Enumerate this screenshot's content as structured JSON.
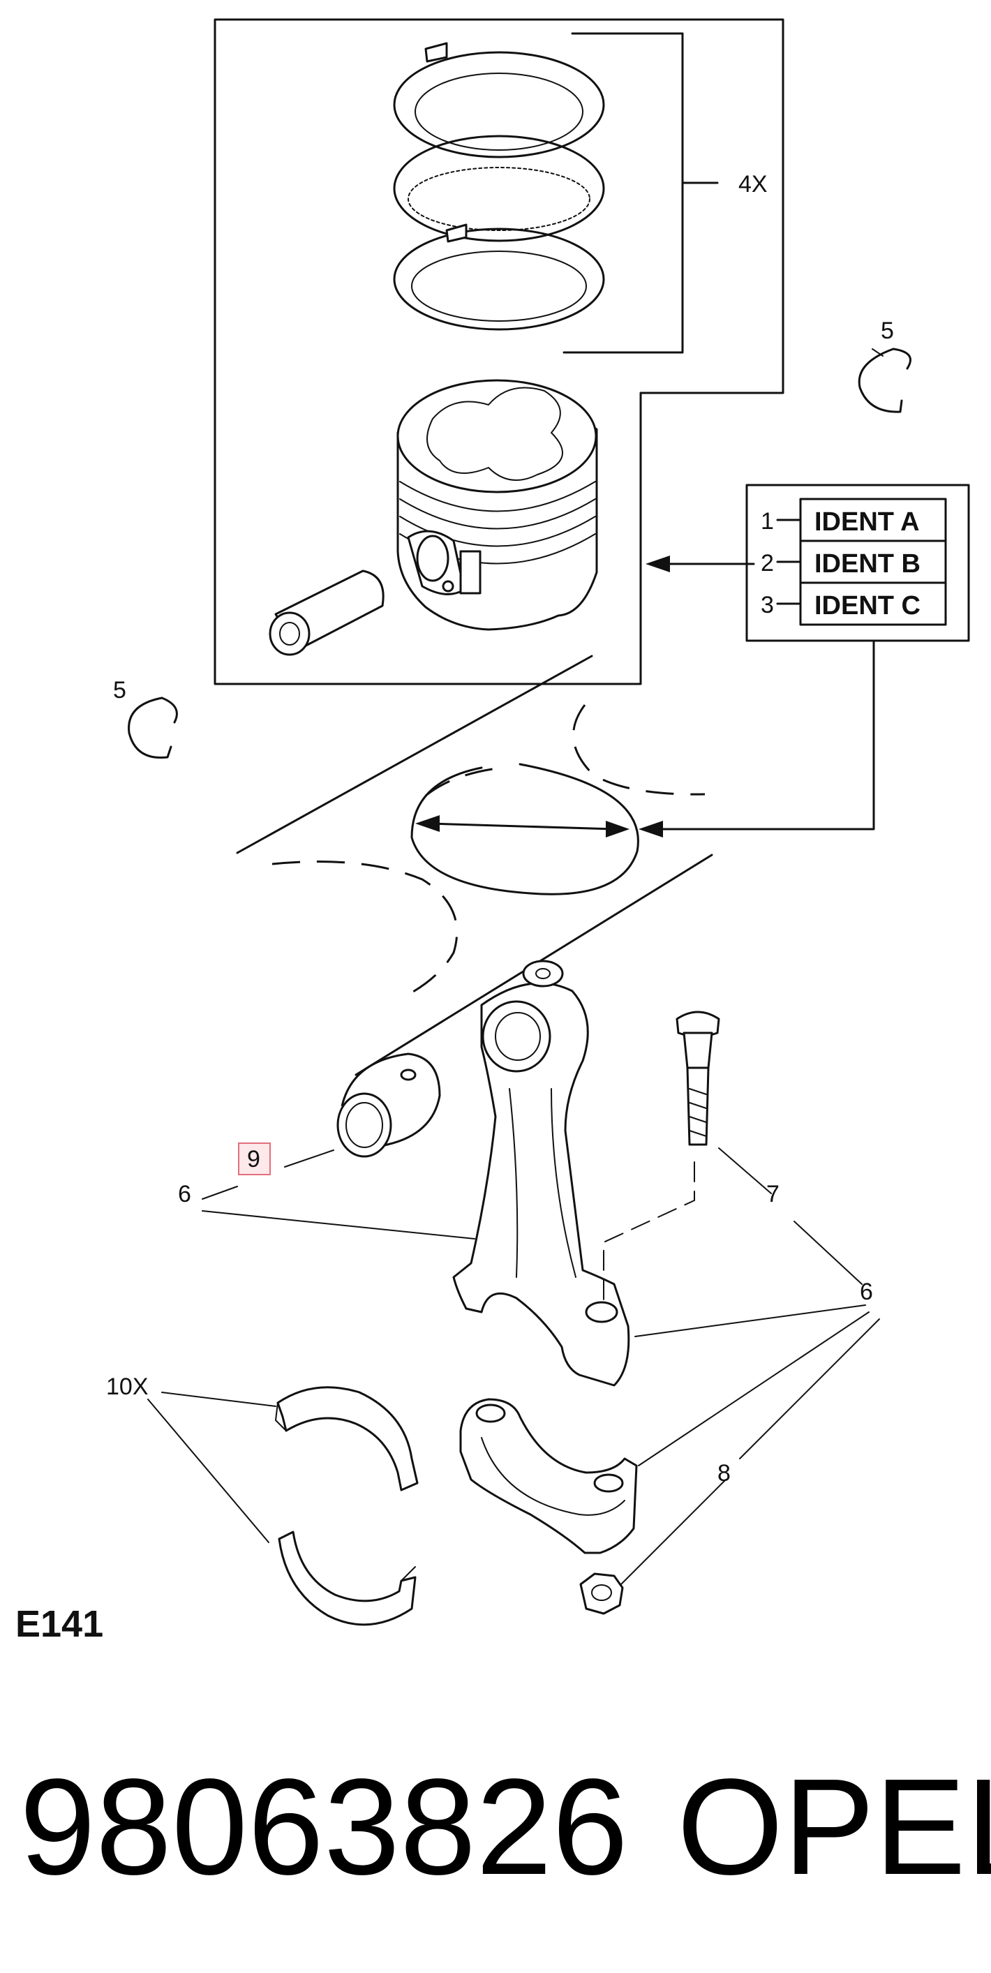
{
  "callouts": {
    "ring_set_qty": "4X",
    "snap_ring_top": "5",
    "snap_ring_left": "5",
    "ident_num_1": "1",
    "ident_num_2": "2",
    "ident_num_3": "3",
    "ident_a": "IDENT A",
    "ident_b": "IDENT B",
    "ident_c": "IDENT C",
    "bushing": "9",
    "rod_assembly_left": "6",
    "rod_bolt": "7",
    "rod_assembly_right": "6",
    "bearing_shells_qty": "10X",
    "rod_nut": "8"
  },
  "figure_code": "E141",
  "footer": {
    "part_number": "98063826",
    "brand": "OPEL"
  }
}
